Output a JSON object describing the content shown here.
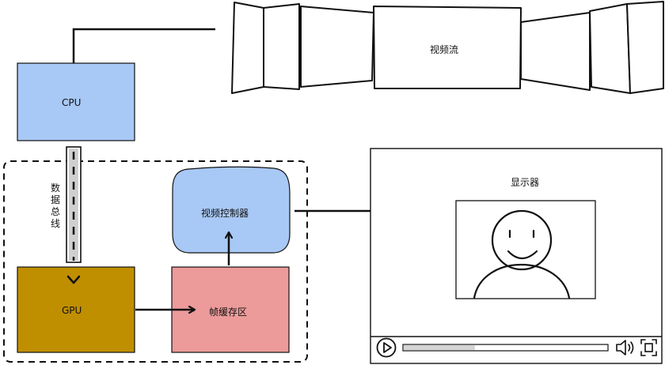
{
  "nodes": {
    "cpu": "CPU",
    "gpu": "GPU",
    "video_stream": "视频流",
    "video_controller": "视频控制器",
    "frame_buffer": "帧缓存区",
    "monitor": "显示器",
    "data_bus": "数据总线"
  },
  "player": {
    "progress": 0.35
  },
  "colors": {
    "cpu_fill": "#a8c8f5",
    "gpu_fill": "#c08f00",
    "frame_buffer_fill": "#ec9a9a",
    "video_controller_fill": "#a8c8f5",
    "stroke": "#111111",
    "progress_fill": "#d4d4d4"
  },
  "icons": {
    "play": "play-icon",
    "volume": "volume-icon",
    "fullscreen": "fullscreen-icon",
    "smiley": "smiley-face-icon"
  }
}
